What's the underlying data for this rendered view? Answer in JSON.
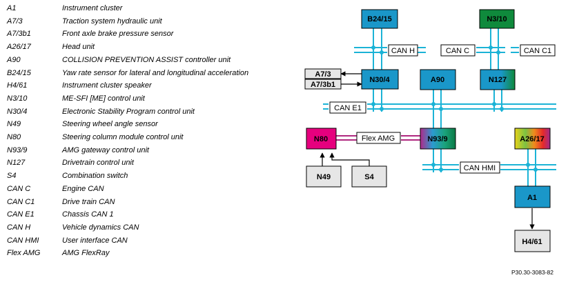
{
  "legend": [
    {
      "code": "A1",
      "desc": "Instrument cluster"
    },
    {
      "code": "A7/3",
      "desc": "Traction system hydraulic unit"
    },
    {
      "code": "A7/3b1",
      "desc": "Front axle brake pressure sensor"
    },
    {
      "code": "A26/17",
      "desc": "Head unit"
    },
    {
      "code": "A90",
      "desc": "COLLISION PREVENTION ASSIST controller unit"
    },
    {
      "code": "B24/15",
      "desc": "Yaw rate sensor for lateral and longitudinal acceleration"
    },
    {
      "code": "H4/61",
      "desc": "Instrument cluster speaker"
    },
    {
      "code": "N3/10",
      "desc": "ME-SFI [ME] control unit"
    },
    {
      "code": "N30/4",
      "desc": "Electronic Stability Program control unit"
    },
    {
      "code": "N49",
      "desc": "Steering wheel angle sensor"
    },
    {
      "code": "N80",
      "desc": "Steering column module control unit"
    },
    {
      "code": "N93/9",
      "desc": "AMG gateway control unit"
    },
    {
      "code": "N127",
      "desc": "Drivetrain control unit"
    },
    {
      "code": "S4",
      "desc": "Combination switch"
    },
    {
      "code": "CAN C",
      "desc": "Engine CAN"
    },
    {
      "code": "CAN C1",
      "desc": "Drive train CAN"
    },
    {
      "code": "CAN E1",
      "desc": "Chassis CAN 1"
    },
    {
      "code": "CAN H",
      "desc": "Vehicle dynamics CAN"
    },
    {
      "code": "CAN HMI",
      "desc": "User interface CAN"
    },
    {
      "code": "Flex AMG",
      "desc": "AMG FlexRay"
    }
  ],
  "nodes": {
    "b24_15": "B24/15",
    "n3_10": "N3/10",
    "a7_3": "A7/3",
    "a7_3b1": "A7/3b1",
    "n30_4": "N30/4",
    "a90": "A90",
    "n127": "N127",
    "n80": "N80",
    "n93_9": "N93/9",
    "a26_17": "A26/17",
    "n49": "N49",
    "s4": "S4",
    "a1": "A1",
    "h4_61": "H4/61"
  },
  "buses": {
    "can_h": "CAN H",
    "can_c": "CAN C",
    "can_c1": "CAN C1",
    "can_e1": "CAN E1",
    "flex_amg": "Flex AMG",
    "can_hmi": "CAN HMI"
  },
  "footer_code": "P30.30-3083-82",
  "colors": {
    "module_blue": "#1a97c9",
    "bus_line": "#1bb3d6",
    "flex_line": "#b0287f",
    "n80_magenta": "#e6007e",
    "n3_10_green": "#0f8a3c",
    "peripheral_gray": "#e6e6e6"
  }
}
